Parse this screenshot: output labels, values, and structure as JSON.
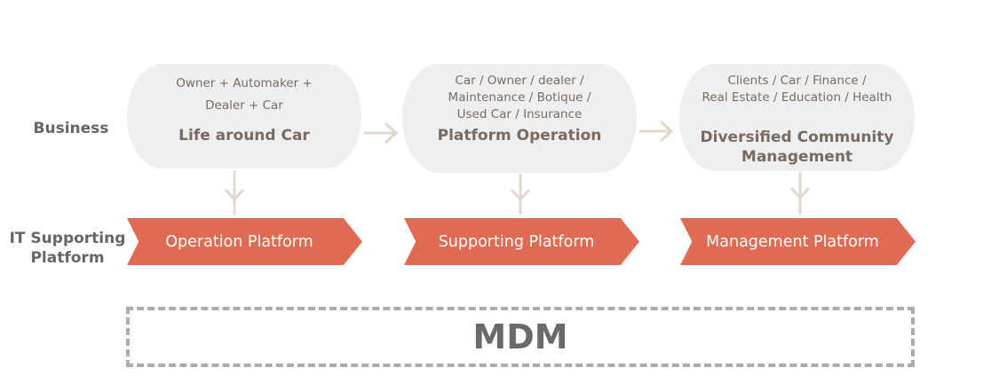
{
  "row_labels": {
    "business": "Business",
    "it_supporting": "IT Supporting\nPlatform"
  },
  "business": [
    {
      "subtitle": "Owner + Automaker +\nDealer + Car",
      "title": "Life around Car"
    },
    {
      "subtitle": "Car / Owner / dealer /\nMaintenance / Botique /\nUsed Car / Insurance",
      "title": "Platform Operation"
    },
    {
      "subtitle": "Clients / Car / Finance /\nReal Estate / Education / Health",
      "title": "Diversified Community\nManagement"
    }
  ],
  "platforms": [
    {
      "label": "Operation Platform"
    },
    {
      "label": "Supporting Platform"
    },
    {
      "label": "Management Platform"
    }
  ],
  "foundation": {
    "label": "MDM"
  },
  "colors": {
    "platform_fill": "#e06b52",
    "business_fill": "#efefef",
    "arrow": "#e2d8cc",
    "dashed_border": "#a9adb1"
  }
}
